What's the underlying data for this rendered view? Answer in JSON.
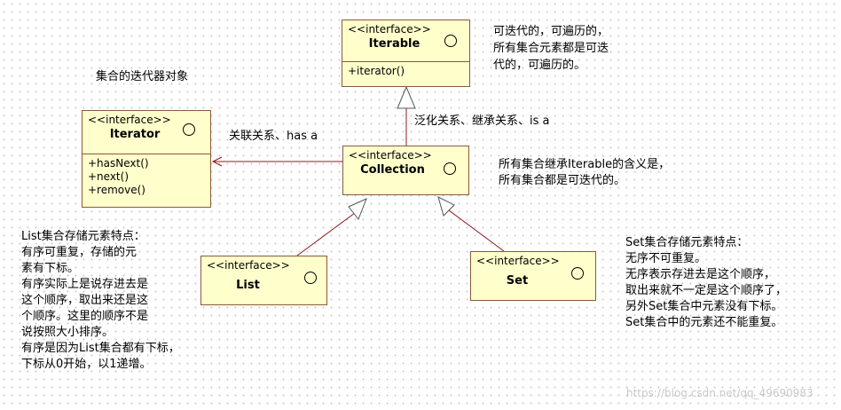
{
  "iterable": {
    "stereotype": "<<interface>>",
    "name": "Iterable",
    "operations": [
      "+iterator()"
    ]
  },
  "iterator": {
    "stereotype": "<<interface>>",
    "name": "Iterator",
    "operations": [
      "+hasNext()",
      "+next()",
      "+remove()"
    ]
  },
  "collection": {
    "stereotype": "<<interface>>",
    "name": "Collection"
  },
  "list": {
    "stereotype": "<<interface>>",
    "name": "List"
  },
  "set": {
    "stereotype": "<<interface>>",
    "name": "Set"
  },
  "labels": {
    "iterator_object": "集合的迭代器对象",
    "generalization": "泛化关系、继承关系、is a",
    "association": "关联关系、has a"
  },
  "notes": {
    "iterable": [
      "可迭代的，可遍历的，",
      "所有集合元素都是可迭",
      "代的，可遍历的。"
    ],
    "collection": [
      "所有集合继承Iterable的含义是，",
      "所有集合都是可迭代的。"
    ],
    "list": [
      "List集合存储元素特点：",
      "有序可重复，存储的元",
      "素有下标。",
      "有序实际上是说存进去是",
      "这个顺序，取出来还是这",
      "个顺序。这里的顺序不是",
      "说按照大小排序。",
      "有序是因为List集合都有下标，",
      "下标从0开始，以1递增。"
    ],
    "set": [
      "Set集合存储元素特点：",
      "无序不可重复。",
      "无序表示存进去是这个顺序，",
      "取出来就不一定是这个顺序了，",
      "另外Set集合中元素没有下标。",
      "Set集合中的元素还不能重复。"
    ]
  },
  "watermark": "https://blog.csdn.net/qq_49690983",
  "colors": {
    "box_fill": "#ffffcc",
    "box_border": "#8a5a3a",
    "connector": "#8b1a1a",
    "grid_dot": "#c8c8c8"
  }
}
